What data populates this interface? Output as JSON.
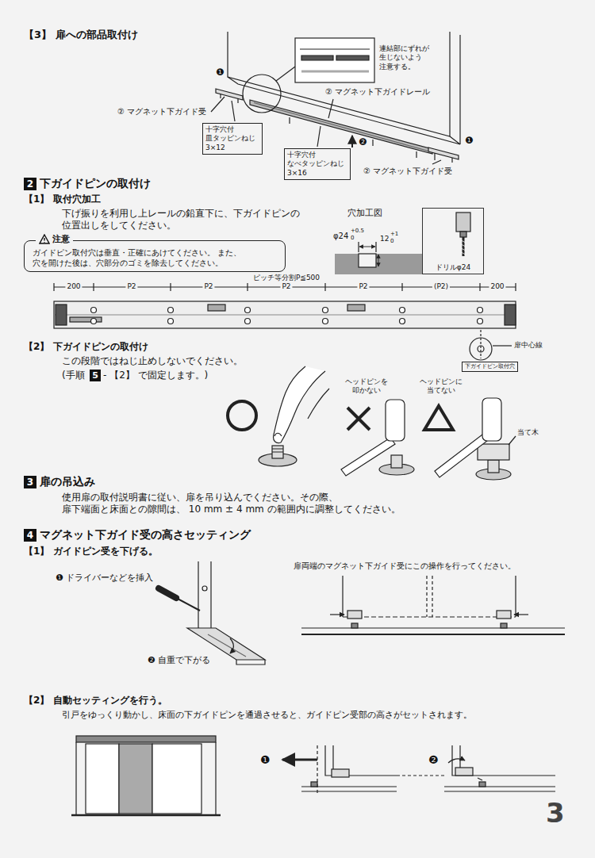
{
  "diagram": {
    "nodes": [
      {
        "text": [
          "十字穴付 皿タッピンねじ 3×12"
        ]
      },
      {
        "text": [
          "十字穴付 なべタッピンねじ 3×16"
        ]
      },
      {
        "text": [
          "2"
        ]
      },
      {
        "text": [
          "ドリルφ24"
        ]
      },
      {
        "text": [
          "注意",
          "ガイドピン取付穴は垂直・正確にあけてください。 また、穴を開けた後は、穴部分のゴミを除去してください。"
        ]
      },
      {
        "text": [
          "下ガイドピン取付穴"
        ]
      },
      {
        "text": [
          "5"
        ]
      },
      {
        "text": [
          "3"
        ]
      },
      {
        "text": [
          "4"
        ]
      }
    ],
    "labels": [
      "【3】 扉への部品取付け",
      "❶",
      "連結部にずれが 生じないよう 注意する。",
      "② マグネット下ガイド受",
      "② マグネット下ガイドレール",
      "❷",
      "❶",
      "② マグネット下ガイド受",
      "下ガイドピンの取付け",
      "【1】 取付穴加工",
      "下げ振りを利用し上レールの鉛直下に、下ガイドピンの 位置出しをしてください。",
      "穴加工図",
      "φ24",
      "+0.5",
      "0",
      "12",
      "+1",
      "0",
      "ピッチ等分割P≦500",
      "200",
      "P2",
      "P2",
      "P2",
      "P2",
      "(P2)",
      "200",
      "扉中心線",
      "【2】 下ガイドピンの取付け",
      "この段階ではねじ止めしないでください。",
      "(手順",
      "- 【2】 で固定します。)",
      "ヘッドピンを 叩かない",
      "ヘッドピンに 当てない",
      "当て木",
      "扉の吊込み",
      "使用扉の取付説明書に従い、扉を吊り込んでください。その際、扉下端面と床面との隙間は、 10 mm ± 4 mm の範囲内に調整してください。",
      "マグネット下ガイド受の高さセッティング",
      "【1】 ガイドピン受を下げる。",
      "扉両端のマグネット下ガイド受にこの操作を行ってください。",
      "❶ ドライバーなどを挿入",
      "❷ 自重で下がる",
      "【2】 自動セッティングを行う。",
      "引戸をゆっくり動かし、床面の下ガイドピンを通過させると、ガイドピン受部の高さがセットされます。",
      "❶",
      "❷",
      "3"
    ]
  }
}
